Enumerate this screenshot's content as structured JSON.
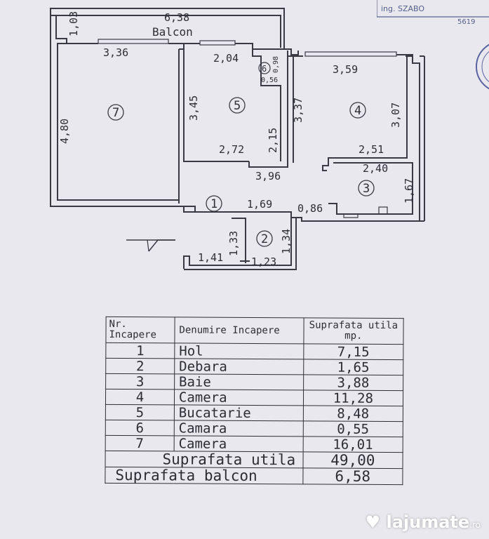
{
  "stamp": {
    "text_top": "ing. SZABO",
    "text_code": "5619"
  },
  "plan": {
    "balcony_label": "Balcon",
    "north_arrow": "north-arrow",
    "dimensions": {
      "d_103": "1,03",
      "d_638": "6,38",
      "d_336": "3,36",
      "d_204": "2,04",
      "d_098": "0,98",
      "d_056": "0,56",
      "d_359": "3,59",
      "d_480": "4,80",
      "d_345": "3,45",
      "d_337": "3,37",
      "d_307": "3,07",
      "d_215": "2,15",
      "d_272": "2,72",
      "d_251": "2,51",
      "d_396": "3,96",
      "d_240": "2,40",
      "d_167": "1,67",
      "d_169": "1,69",
      "d_086": "0,86",
      "d_133": "1,33",
      "d_134": "1,34",
      "d_141": "1,41",
      "d_123": "1,23"
    },
    "room_numbers": {
      "r1": "1",
      "r2": "2",
      "r3": "3",
      "r4": "4",
      "r5": "5",
      "r6": "6",
      "r7": "7"
    }
  },
  "table": {
    "header": {
      "nr": "Nr.\nIncapere",
      "name": "Denumire Incapere",
      "area": "Suprafata utila mp."
    },
    "rows": [
      {
        "nr": "1",
        "name": "Hol",
        "area": "7,15"
      },
      {
        "nr": "2",
        "name": "Debara",
        "area": "1,65"
      },
      {
        "nr": "3",
        "name": "Baie",
        "area": "3,88"
      },
      {
        "nr": "4",
        "name": "Camera",
        "area": "11,28"
      },
      {
        "nr": "5",
        "name": "Bucatarie",
        "area": "8,48"
      },
      {
        "nr": "6",
        "name": "Camara",
        "area": "0,55"
      },
      {
        "nr": "7",
        "name": "Camera",
        "area": "16,01"
      }
    ],
    "total_usable": {
      "label": "Suprafata utila",
      "value": "49,00"
    },
    "total_balcony": {
      "label": "Suprafata balcon",
      "value": "6,58"
    }
  },
  "watermark": {
    "brand": "lajumate",
    "tld": ".ro"
  }
}
